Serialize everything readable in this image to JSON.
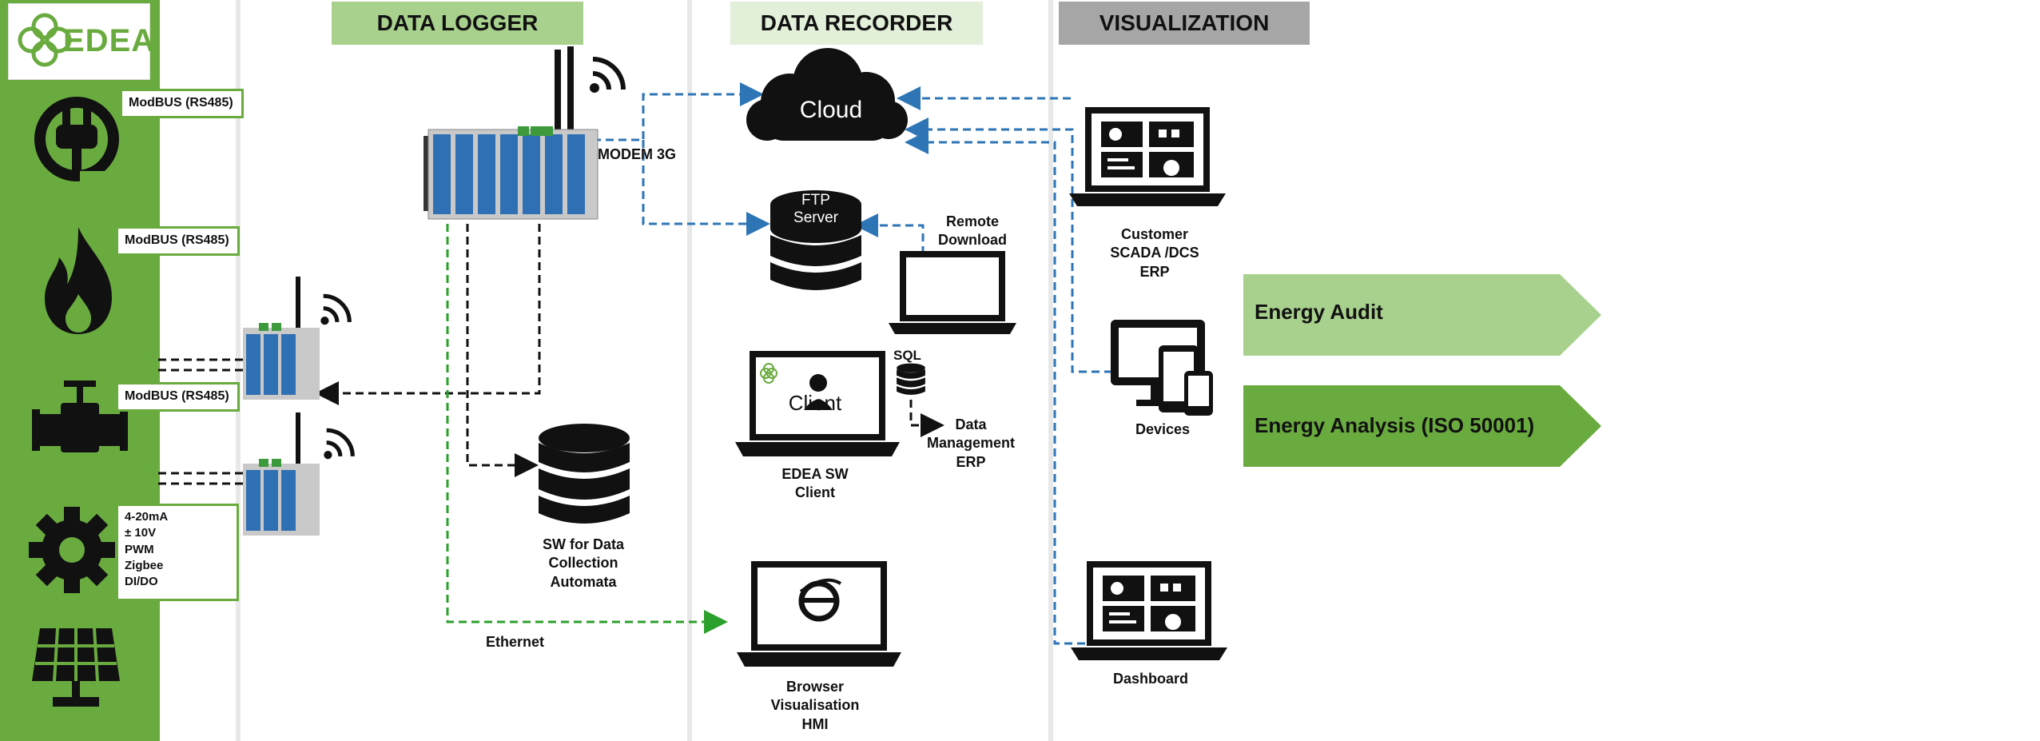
{
  "logo": {
    "text": "EDEA"
  },
  "headers": {
    "data_logger": "DATA LOGGER",
    "data_recorder": "DATA RECORDER",
    "visualization": "VISUALIZATION"
  },
  "colors": {
    "sidebar_green": "#6aab3f",
    "header_logger": "#a9d18e",
    "header_recorder": "#e2efd9",
    "header_visual": "#a6a6a6",
    "dash_blue": "#2e75b6",
    "dash_green": "#2ca02c",
    "dash_black": "#111111",
    "chevron_light": "#a9d18e",
    "chevron_dark": "#6aab3f",
    "module_blue": "#2f6fb3"
  },
  "sidebar": {
    "icons": [
      "plug-icon",
      "flame-icon",
      "valve-icon",
      "gear-icon",
      "solar-panel-icon"
    ]
  },
  "protocols": {
    "plug": "ModBUS (RS485)",
    "flame": "ModBUS (RS485)",
    "valve": "ModBUS (RS485)",
    "analog": "4-20mA\n± 10V\nPWM\nZigbee\nDI/DO"
  },
  "labels": {
    "modem": "MODEM 3G",
    "sw_collection": "SW for Data\nCollection\nAutomata",
    "ethernet": "Ethernet",
    "cloud": "Cloud",
    "ftp": "FTP\nServer",
    "remote_download": "Remote\nDownload",
    "sql": "SQL",
    "client_screen": "Client",
    "data_mgmt": "Data\nManagement\nERP",
    "edea_client": "EDEA SW\nClient",
    "browser": "Browser\nVisualisation\nHMI",
    "customer": "Customer\nSCADA /DCS\nERP",
    "devices": "Devices",
    "dashboard": "Dashboard"
  },
  "outcomes": [
    "Energy Audit",
    "Energy Analysis (ISO 50001)"
  ]
}
